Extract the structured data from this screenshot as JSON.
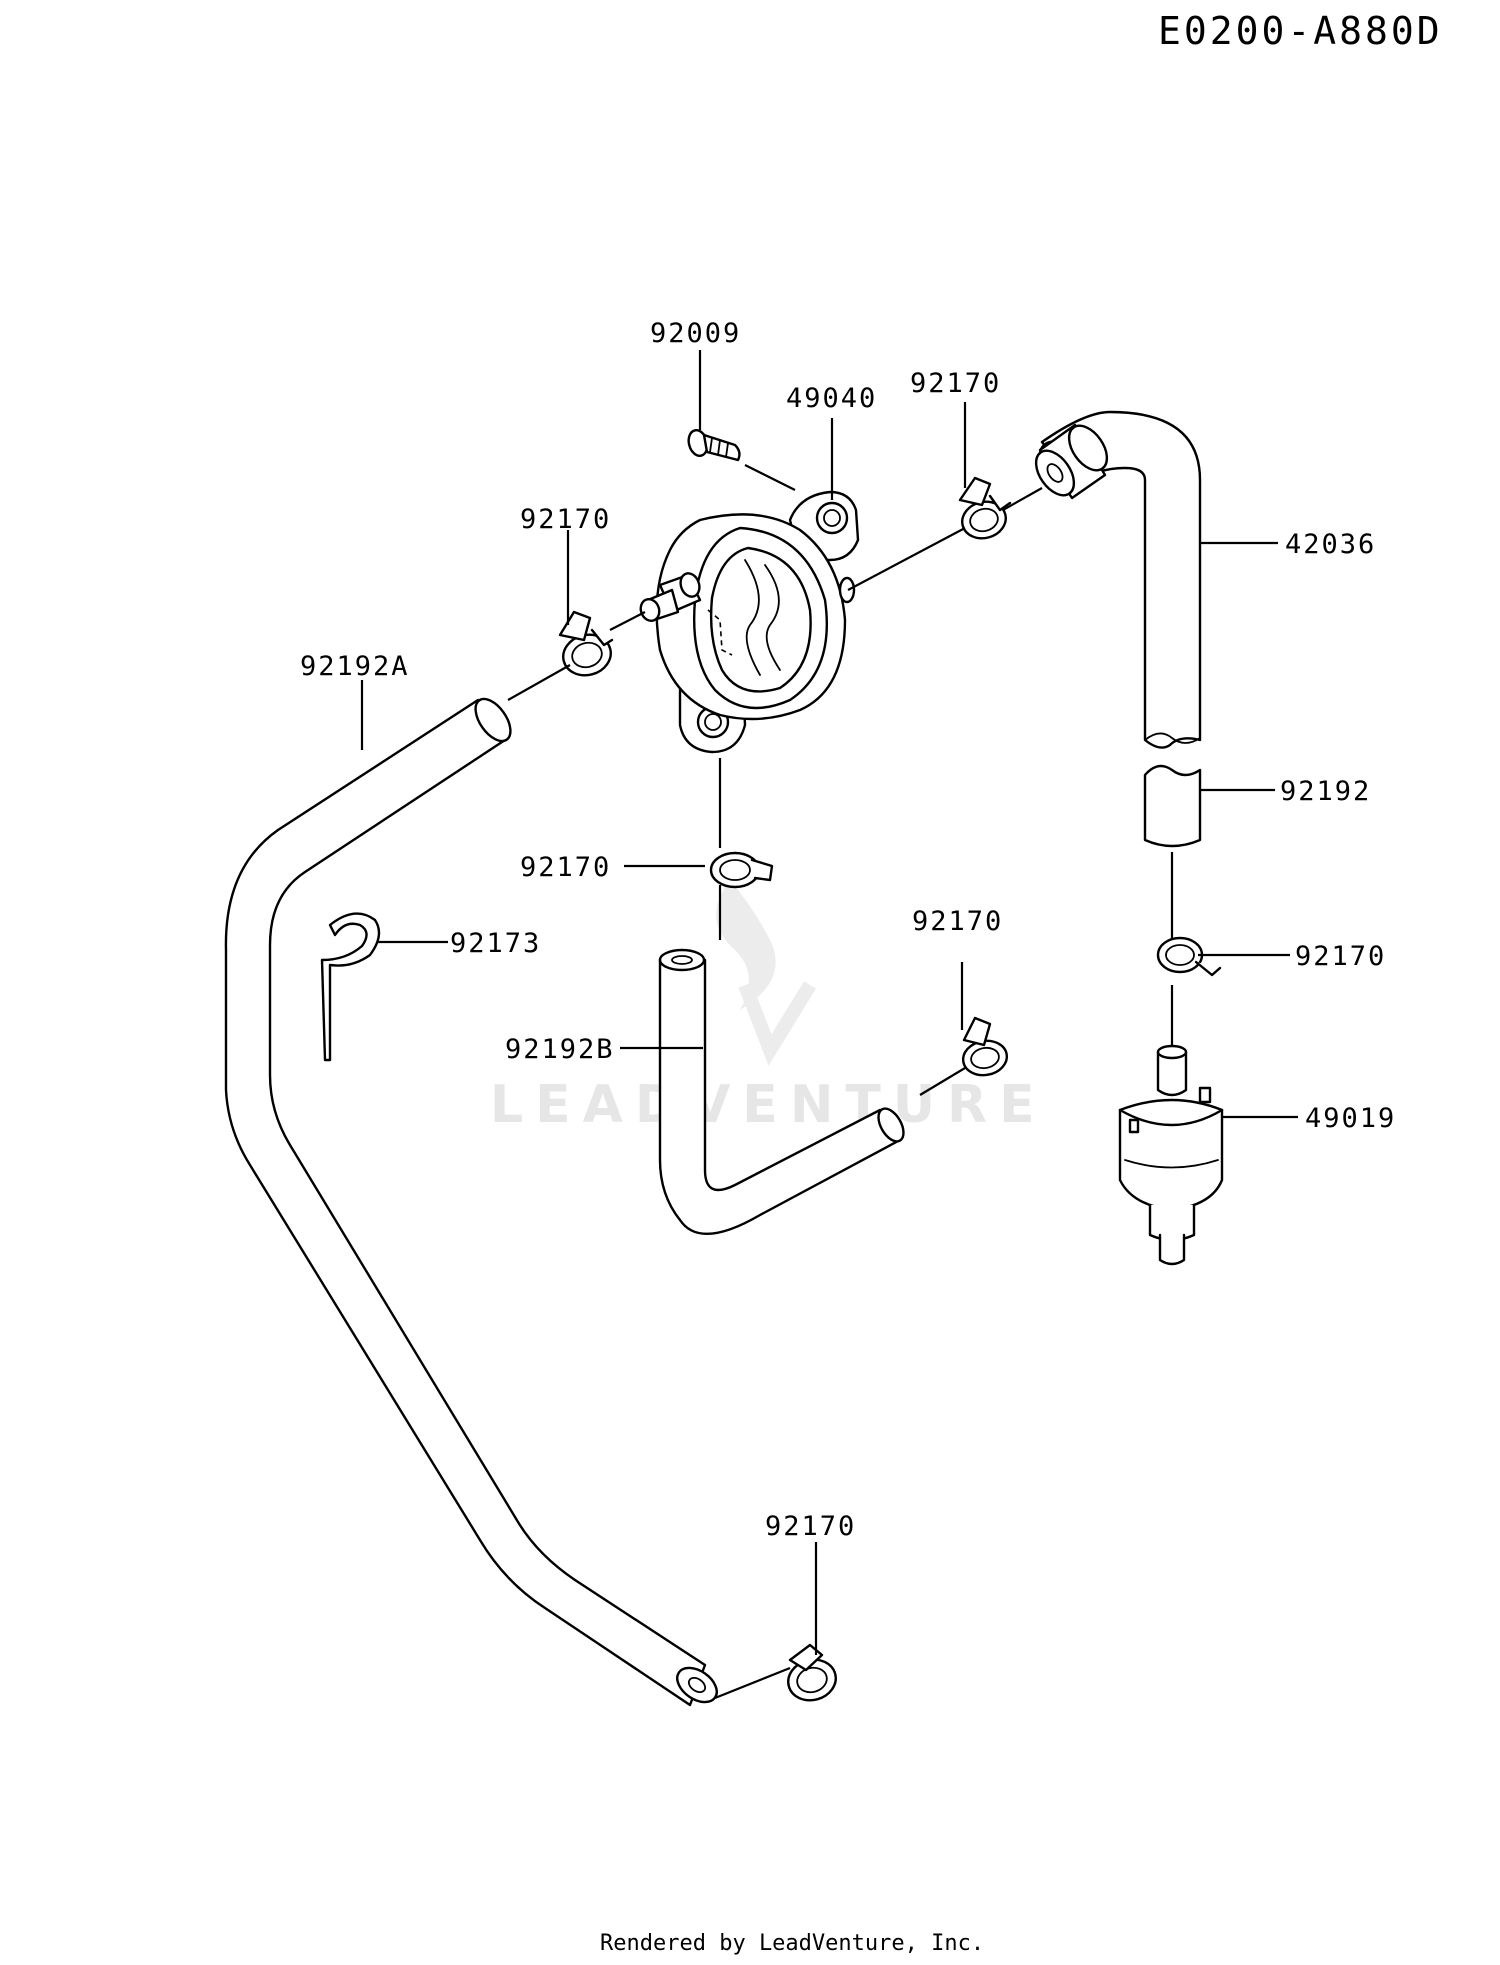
{
  "diagram_code": "E0200-A880D",
  "footer": "Rendered by LeadVenture, Inc.",
  "watermark": "LEADVENTURE",
  "labels": {
    "p92009": "92009",
    "p49040": "49040",
    "p92170_a": "92170",
    "p92170_b": "92170",
    "p42036": "42036",
    "p92192A": "92192A",
    "p92192": "92192",
    "p92170_c": "92170",
    "p92170_d": "92170",
    "p92173": "92173",
    "p92170_e": "92170",
    "p92192B": "92192B",
    "p49019": "49019",
    "p92170_f": "92170"
  }
}
